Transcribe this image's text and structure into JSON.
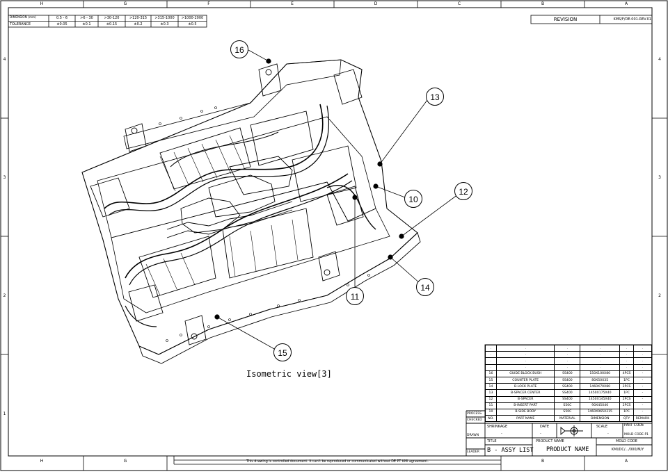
{
  "tolerance_table": {
    "headers": [
      "DIMENSION (mm)",
      "0.5 - 6",
      ">6 - 30",
      ">30-120",
      ">120-315",
      ">315-1000",
      ">1000-2000"
    ],
    "row_label": "TOLERANCE",
    "values": [
      "±0.05",
      "±0.1",
      "±0.15",
      "±0.2",
      "±0.3",
      "±0.5"
    ]
  },
  "zones": {
    "top": [
      "H",
      "G",
      "F",
      "E",
      "D",
      "C",
      "B",
      "A"
    ],
    "bottom": [
      "H",
      "G",
      "B",
      "A"
    ],
    "left": [
      "4",
      "3",
      "2",
      "1"
    ],
    "right": [
      "4",
      "3",
      "2"
    ]
  },
  "revision": {
    "label": "REVISION",
    "code": "KMS/F/DE-001-REV.01"
  },
  "view_caption": "Isometric view[3]",
  "balloons": {
    "b10": "10",
    "b11": "11",
    "b12": "12",
    "b13": "13",
    "b14": "14",
    "b15": "15",
    "b16": "16"
  },
  "parts_list": {
    "empty_rows": [
      [
        ".",
        ".",
        ".",
        ".",
        ".",
        "."
      ],
      [
        ".",
        ".",
        ".",
        ".",
        ".",
        "."
      ],
      [
        ".",
        ".",
        ".",
        ".",
        ".",
        "."
      ],
      [
        ".",
        ".",
        ".",
        ".",
        ".",
        "."
      ]
    ],
    "rows": [
      [
        "16",
        "GUIDE BLOCK BUSH",
        "SS400",
        "150X100X80",
        "4PCS",
        "-"
      ],
      [
        "15",
        "COUNTER PLATE",
        "SS400",
        "80X50X35",
        "1PC",
        "-"
      ],
      [
        "14",
        "B-LOCK PLATE",
        "SS400",
        "1460X70X80",
        "2PCS",
        "-"
      ],
      [
        "13",
        "B-SPACER CENTER",
        "SS400",
        "1450X175X40",
        "1PC",
        "-"
      ],
      [
        "12",
        "B-SPACER",
        "SS400",
        "1450X145X40",
        "2PCS",
        "-"
      ],
      [
        "11",
        "B-INSERT PART",
        "S50C",
        "90X45X40",
        "2PCS",
        "-"
      ],
      [
        "10",
        "B-SIDE BODY",
        "S50C",
        "1460X965X215",
        "1PC",
        "-"
      ]
    ],
    "header": [
      "NO.",
      "PART NAME",
      "MATERIAL",
      "DIMENSION",
      "QTY",
      "REMARK"
    ]
  },
  "side_labels": {
    "process": "PROCESS",
    "checked": "CHECKED",
    "drawn": "DRAWN",
    "leader": "LEADER"
  },
  "title_block": {
    "shrinkage_label": "SHRINKAGE",
    "shrinkage_value": "-",
    "date_label": "DATE",
    "date_value": "-",
    "scale_label": "SCALE",
    "scale_value": "-",
    "part_code_label": "PART CODE",
    "part_code_value": "MOLD CODE-P1",
    "title_label": "TITLE",
    "title_value": "B - ASSY LIST",
    "product_name_label": "PRODUCT NAME",
    "product_name_value": "PRODUCT  NAME",
    "mold_code_label": "MOLD CODE",
    "mold_code_value": "KMI/DC/.../000/M/Y"
  },
  "footer_note": "This drawing is controlled document. It can't be reproduced or communicated without DE PT KMI agreement."
}
